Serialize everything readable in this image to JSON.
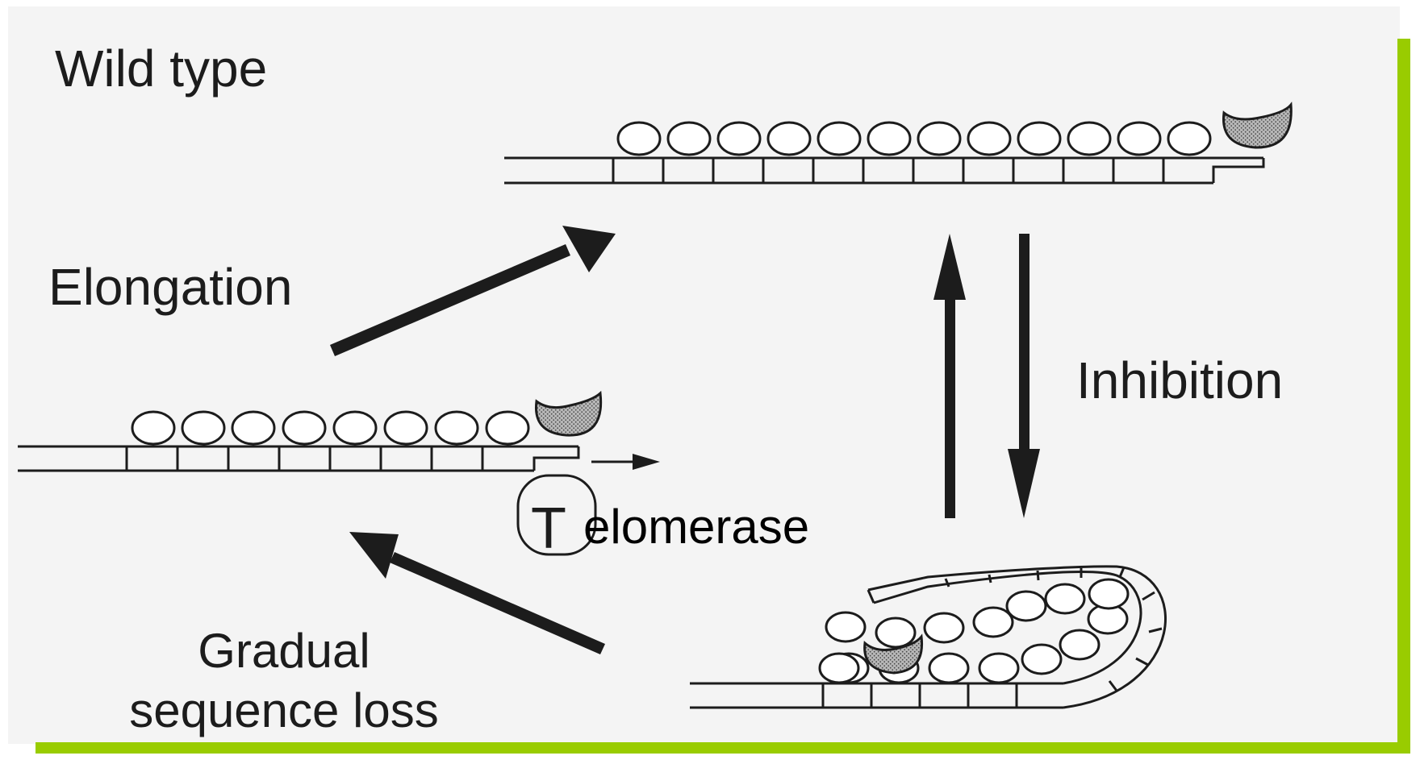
{
  "labels": {
    "wild_type": "Wild type",
    "elongation": "Elongation",
    "inhibition": "Inhibition",
    "gradual_line1": "Gradual",
    "gradual_line2": "sequence loss",
    "telomerase_letter": "T",
    "telomerase_rest": "elomerase"
  },
  "colors": {
    "frame_accent": "#99cc00",
    "ink": "#1c1c1c",
    "paper": "#f4f4f4",
    "protein_fill": "stipple-grey"
  }
}
